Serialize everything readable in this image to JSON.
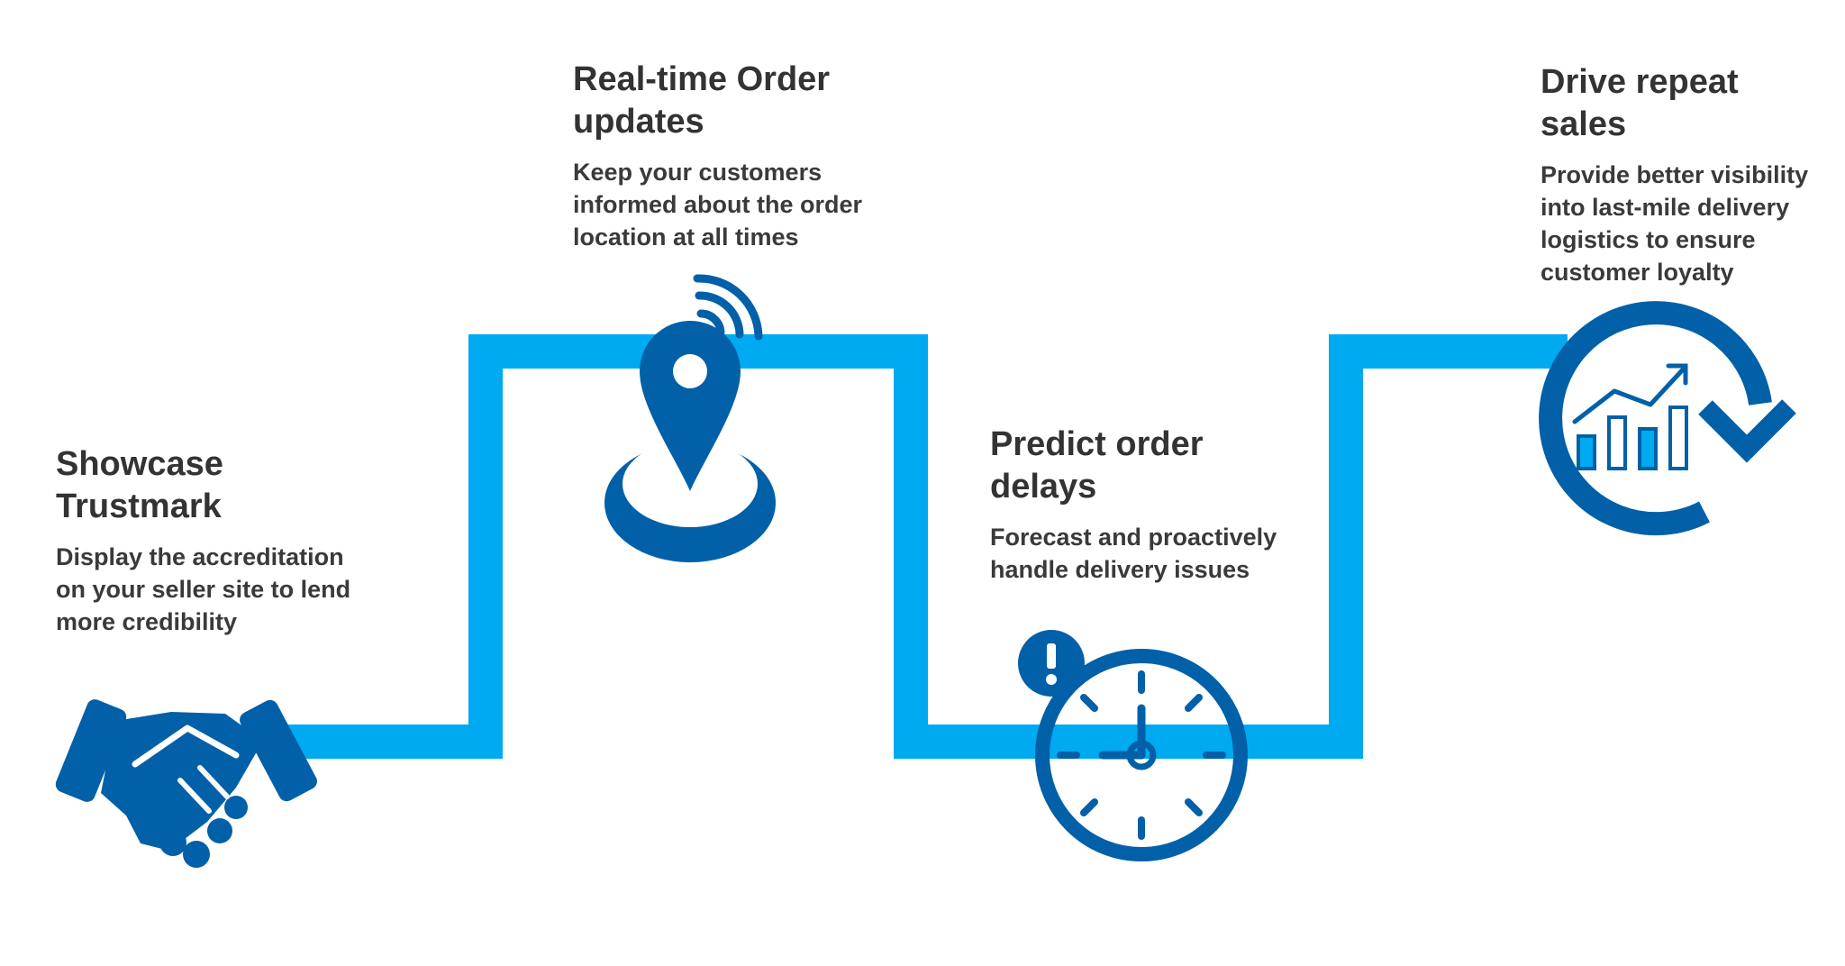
{
  "colors": {
    "path": "#00aaf0",
    "icon": "#0260a8",
    "text": "#333333",
    "background": "#ffffff"
  },
  "steps": [
    {
      "icon": "handshake-icon",
      "title": "Showcase\nTrustmark",
      "description": "Display the accreditation\non your seller site to lend\nmore credibility"
    },
    {
      "icon": "location-pin-icon",
      "title": "Real-time Order\nupdates",
      "description": "Keep your customers\ninformed about the order\nlocation at all times"
    },
    {
      "icon": "clock-alert-icon",
      "title": "Predict order\ndelays",
      "description": "Forecast and proactively\nhandle delivery issues"
    },
    {
      "icon": "growth-chart-cycle-icon",
      "title": "Drive repeat\nsales",
      "description": "Provide better visibility\ninto last-mile delivery\nlogistics to ensure\ncustomer loyalty"
    }
  ]
}
